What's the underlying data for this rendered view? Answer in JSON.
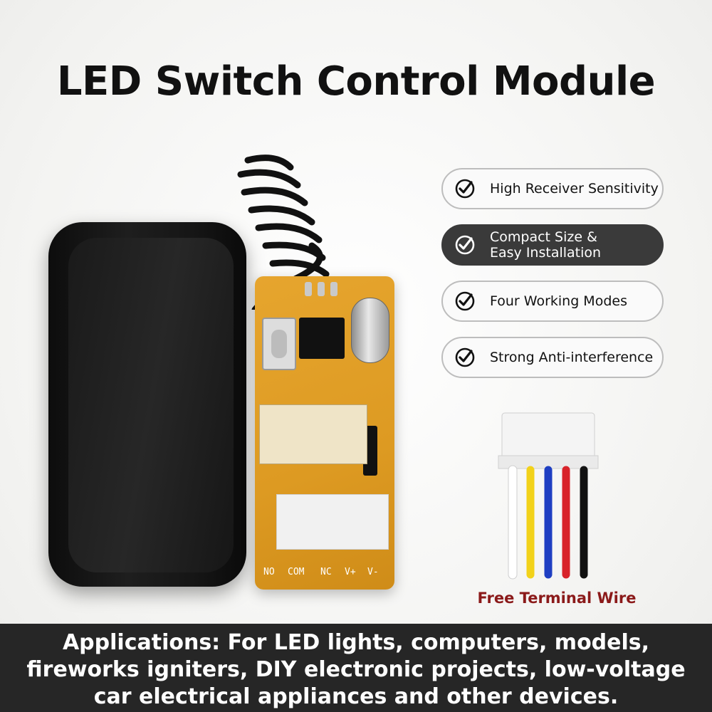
{
  "title": "LED Switch Control Module",
  "features": [
    {
      "label": "High Receiver Sensitivity",
      "icon": "check-circle-icon",
      "style": "light"
    },
    {
      "label": "Compact Size &\nEasy Installation",
      "icon": "check-circle-icon",
      "style": "dark"
    },
    {
      "label": "Four Working Modes",
      "icon": "check-circle-icon",
      "style": "light"
    },
    {
      "label": "Strong Anti-interference",
      "icon": "check-circle-icon",
      "style": "light"
    }
  ],
  "pcb_pins": [
    "NO",
    "COM",
    "NC",
    "V+",
    "V-"
  ],
  "wire_label": "Free Terminal Wire",
  "wire_colors": [
    "#ffffff",
    "#f2d21a",
    "#1f3fc2",
    "#d8232a",
    "#111111"
  ],
  "applications": "Applications: For LED lights, computers, models, fireworks igniters, DIY electronic projects, low-voltage car electrical appliances and other devices."
}
